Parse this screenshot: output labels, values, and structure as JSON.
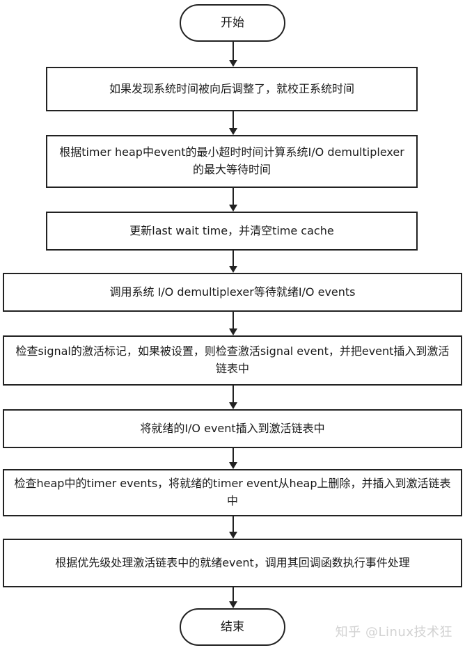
{
  "flowchart": {
    "start": "开始",
    "steps": [
      "如果发现系统时间被向后调整了，就校正系统时间",
      "根据timer heap中event的最小超时时间计算系统I/O demultiplexer的最大等待时间",
      "更新last wait time，并清空time cache",
      "调用系统 I/O demultiplexer等待就绪I/O events",
      "检查signal的激活标记，如果被设置，则检查激活signal event，并把event插入到激活链表中",
      "将就绪的I/O event插入到激活链表中",
      "检查heap中的timer events，将就绪的timer event从heap上删除，并插入到激活链表中",
      "根据优先级处理激活链表中的就绪event，调用其回调函数执行事件处理"
    ],
    "end": "结束"
  },
  "watermark": "知乎 @Linux技术狂"
}
